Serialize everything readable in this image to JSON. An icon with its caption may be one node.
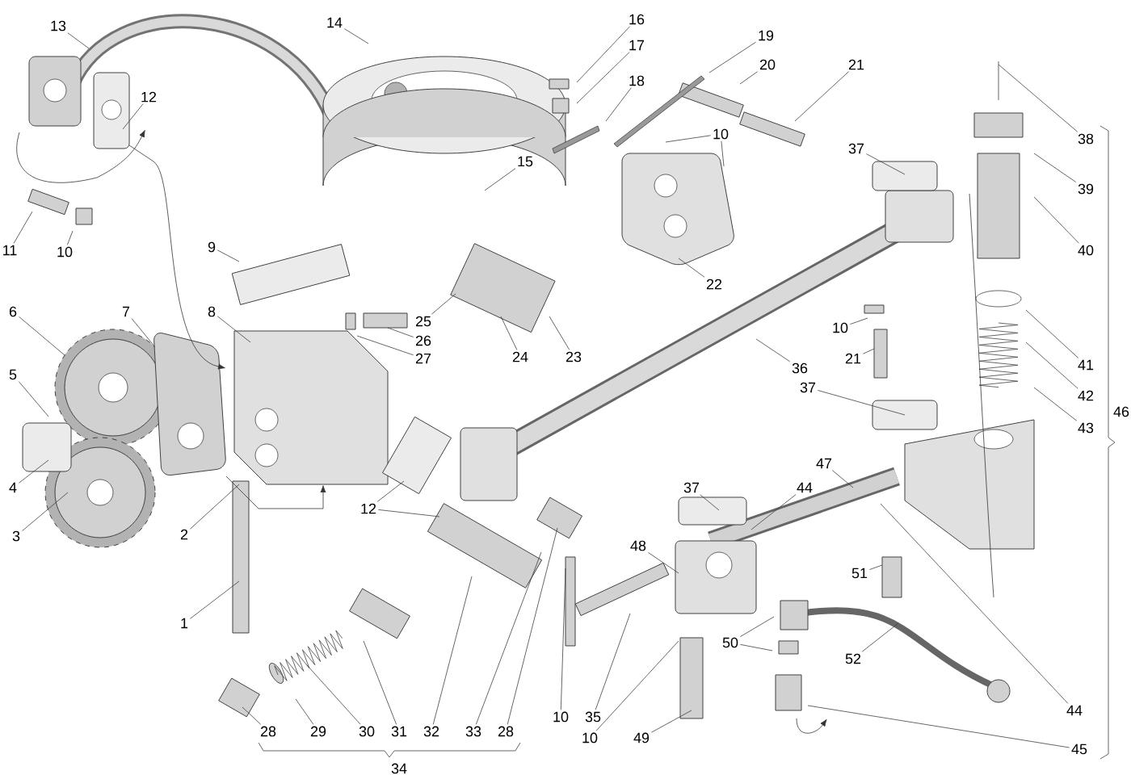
{
  "diagram": {
    "nodes": [
      {
        "text": [
          "13"
        ]
      },
      {
        "text": [
          "14"
        ]
      },
      {
        "text": [
          "16"
        ]
      },
      {
        "text": [
          "19"
        ]
      },
      {
        "text": [
          "17"
        ]
      },
      {
        "text": [
          "20"
        ]
      },
      {
        "text": [
          "21"
        ]
      },
      {
        "text": [
          "18"
        ]
      },
      {
        "text": [
          "12"
        ]
      },
      {
        "text": [
          "10"
        ]
      },
      {
        "text": [
          "38"
        ]
      },
      {
        "text": [
          "37"
        ]
      },
      {
        "text": [
          "15"
        ]
      },
      {
        "text": [
          "39"
        ]
      },
      {
        "text": [
          "11"
        ]
      },
      {
        "text": [
          "10"
        ]
      },
      {
        "text": [
          "9"
        ]
      },
      {
        "text": [
          "40"
        ]
      },
      {
        "text": [
          "22"
        ]
      },
      {
        "text": [
          "6"
        ]
      },
      {
        "text": [
          "7"
        ]
      },
      {
        "text": [
          "8"
        ]
      },
      {
        "text": [
          "25"
        ]
      },
      {
        "text": [
          "10"
        ]
      },
      {
        "text": [
          "26"
        ]
      },
      {
        "text": [
          "24"
        ]
      },
      {
        "text": [
          "23"
        ]
      },
      {
        "text": [
          "27"
        ]
      },
      {
        "text": [
          "21"
        ]
      },
      {
        "text": [
          "41"
        ]
      },
      {
        "text": [
          "36"
        ]
      },
      {
        "text": [
          "5"
        ]
      },
      {
        "text": [
          "37"
        ]
      },
      {
        "text": [
          "42"
        ]
      },
      {
        "text": [
          "43"
        ]
      },
      {
        "text": [
          "47"
        ]
      },
      {
        "text": [
          "4"
        ]
      },
      {
        "text": [
          "37"
        ]
      },
      {
        "text": [
          "44"
        ]
      },
      {
        "text": [
          "12"
        ]
      },
      {
        "text": [
          "3"
        ]
      },
      {
        "text": [
          "2"
        ]
      },
      {
        "text": [
          "48"
        ]
      },
      {
        "text": [
          "51"
        ]
      },
      {
        "text": [
          "1"
        ]
      },
      {
        "text": [
          "50"
        ]
      },
      {
        "text": [
          "52"
        ]
      },
      {
        "text": [
          "44"
        ]
      },
      {
        "text": [
          "35"
        ]
      },
      {
        "text": [
          "10"
        ]
      },
      {
        "text": [
          "28"
        ]
      },
      {
        "text": [
          "29"
        ]
      },
      {
        "text": [
          "30"
        ]
      },
      {
        "text": [
          "31"
        ]
      },
      {
        "text": [
          "32"
        ]
      },
      {
        "text": [
          "33"
        ]
      },
      {
        "text": [
          "28"
        ]
      },
      {
        "text": [
          "10"
        ]
      },
      {
        "text": [
          "49"
        ]
      },
      {
        "text": [
          "45"
        ]
      }
    ],
    "edges": [
      {
        "from": 0,
        "to": null,
        "arrow": "none"
      },
      {
        "from": 1,
        "to": null,
        "arrow": "none"
      },
      {
        "from": 2,
        "to": null,
        "arrow": "none"
      },
      {
        "from": 3,
        "to": null,
        "arrow": "none"
      },
      {
        "from": 4,
        "to": null,
        "arrow": "none"
      },
      {
        "from": 5,
        "to": null,
        "arrow": "none"
      },
      {
        "from": 6,
        "to": null,
        "arrow": "none"
      },
      {
        "from": 7,
        "to": null,
        "arrow": "none"
      },
      {
        "from": 8,
        "to": null,
        "arrow": "none"
      },
      {
        "from": 9,
        "to": null,
        "arrow": "none"
      },
      {
        "from": 9,
        "to": null,
        "arrow": "none"
      },
      {
        "from": 10,
        "to": null,
        "arrow": "none"
      },
      {
        "from": 11,
        "to": null,
        "arrow": "none"
      },
      {
        "from": 12,
        "to": null,
        "arrow": "none"
      },
      {
        "from": 13,
        "to": null,
        "arrow": "none"
      },
      {
        "from": 14,
        "to": null,
        "arrow": "none"
      },
      {
        "from": 15,
        "to": null,
        "arrow": "none"
      },
      {
        "from": 16,
        "to": null,
        "arrow": "none"
      },
      {
        "from": 17,
        "to": null,
        "arrow": "none"
      },
      {
        "from": 18,
        "to": null,
        "arrow": "none"
      },
      {
        "from": 19,
        "to": null,
        "arrow": "none"
      },
      {
        "from": 20,
        "to": null,
        "arrow": "none"
      },
      {
        "from": 21,
        "to": null,
        "arrow": "none"
      },
      {
        "from": 22,
        "to": null,
        "arrow": "none"
      },
      {
        "from": 23,
        "to": null,
        "arrow": "none"
      },
      {
        "from": 24,
        "to": null,
        "arrow": "none"
      },
      {
        "from": 25,
        "to": null,
        "arrow": "none"
      },
      {
        "from": 26,
        "to": null,
        "arrow": "none"
      },
      {
        "from": 27,
        "to": null,
        "arrow": "none"
      },
      {
        "from": 28,
        "to": null,
        "arrow": "none"
      },
      {
        "from": 29,
        "to": null,
        "arrow": "none"
      },
      {
        "from": 30,
        "to": null,
        "arrow": "none"
      },
      {
        "from": 31,
        "to": null,
        "arrow": "none"
      },
      {
        "from": 32,
        "to": null,
        "arrow": "none"
      },
      {
        "from": 33,
        "to": null,
        "arrow": "none"
      },
      {
        "from": 34,
        "to": null,
        "arrow": "none"
      },
      {
        "from": 35,
        "to": null,
        "arrow": "none"
      },
      {
        "from": 36,
        "to": null,
        "arrow": "none"
      },
      {
        "from": 37,
        "to": null,
        "arrow": "none"
      },
      {
        "from": 38,
        "to": null,
        "arrow": "none"
      },
      {
        "from": 39,
        "to": null,
        "arrow": "none"
      },
      {
        "from": 39,
        "to": null,
        "arrow": "none"
      },
      {
        "from": 40,
        "to": null,
        "arrow": "none"
      },
      {
        "from": 41,
        "to": null,
        "arrow": "none"
      },
      {
        "from": 42,
        "to": null,
        "arrow": "none"
      },
      {
        "from": 43,
        "to": null,
        "arrow": "none"
      },
      {
        "from": 44,
        "to": null,
        "arrow": "none"
      },
      {
        "from": 45,
        "to": null,
        "arrow": "none"
      },
      {
        "from": 45,
        "to": null,
        "arrow": "none"
      },
      {
        "from": 46,
        "to": null,
        "arrow": "none"
      },
      {
        "from": 47,
        "to": null,
        "arrow": "none"
      },
      {
        "from": 48,
        "to": null,
        "arrow": "none"
      },
      {
        "from": 49,
        "to": null,
        "arrow": "none"
      },
      {
        "from": 50,
        "to": null,
        "arrow": "none"
      },
      {
        "from": 51,
        "to": null,
        "arrow": "none"
      },
      {
        "from": 52,
        "to": null,
        "arrow": "none"
      },
      {
        "from": 53,
        "to": null,
        "arrow": "none"
      },
      {
        "from": 54,
        "to": null,
        "arrow": "none"
      },
      {
        "from": 55,
        "to": null,
        "arrow": "none"
      },
      {
        "from": 56,
        "to": null,
        "arrow": "none"
      },
      {
        "from": 57,
        "to": null,
        "arrow": "none"
      },
      {
        "from": 58,
        "to": null,
        "arrow": "none"
      },
      {
        "from": 59,
        "to": null,
        "arrow": "none"
      }
    ],
    "labels": [
      "34",
      "46"
    ]
  }
}
